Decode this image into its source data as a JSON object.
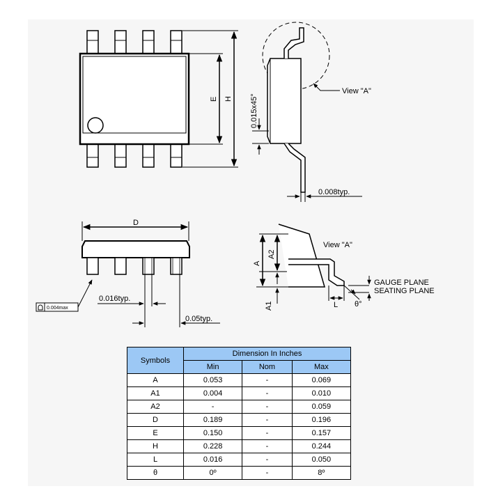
{
  "labels": {
    "E": "E",
    "H": "H",
    "chamfer": "0.015x45°",
    "view_a_callout": "View \"A\"",
    "lead_thickness": "0.008typ.",
    "D": "D",
    "view_a_title": "View \"A\"",
    "A": "A",
    "A2": "A2",
    "A1": "A1",
    "L": "L",
    "theta": "θ°",
    "gauge_plane": "GAUGE PLANE",
    "seating_plane": "SEATING PLANE",
    "lead_width": "0.016typ.",
    "pitch": "0.05typ.",
    "coplanarity": "0.004max"
  },
  "table": {
    "symbols_header": "Symbols",
    "group_header": "Dimension In Inches",
    "col_min": "Min",
    "col_nom": "Nom",
    "col_max": "Max",
    "rows": [
      {
        "sym": "A",
        "min": "0.053",
        "nom": "-",
        "max": "0.069"
      },
      {
        "sym": "A1",
        "min": "0.004",
        "nom": "-",
        "max": "0.010"
      },
      {
        "sym": "A2",
        "min": "-",
        "nom": "-",
        "max": "0.059"
      },
      {
        "sym": "D",
        "min": "0.189",
        "nom": "-",
        "max": "0.196"
      },
      {
        "sym": "E",
        "min": "0.150",
        "nom": "-",
        "max": "0.157"
      },
      {
        "sym": "H",
        "min": "0.228",
        "nom": "-",
        "max": "0.244"
      },
      {
        "sym": "L",
        "min": "0.016",
        "nom": "-",
        "max": "0.050"
      },
      {
        "sym": "θ",
        "min": "0º",
        "nom": "-",
        "max": "8º"
      }
    ]
  }
}
